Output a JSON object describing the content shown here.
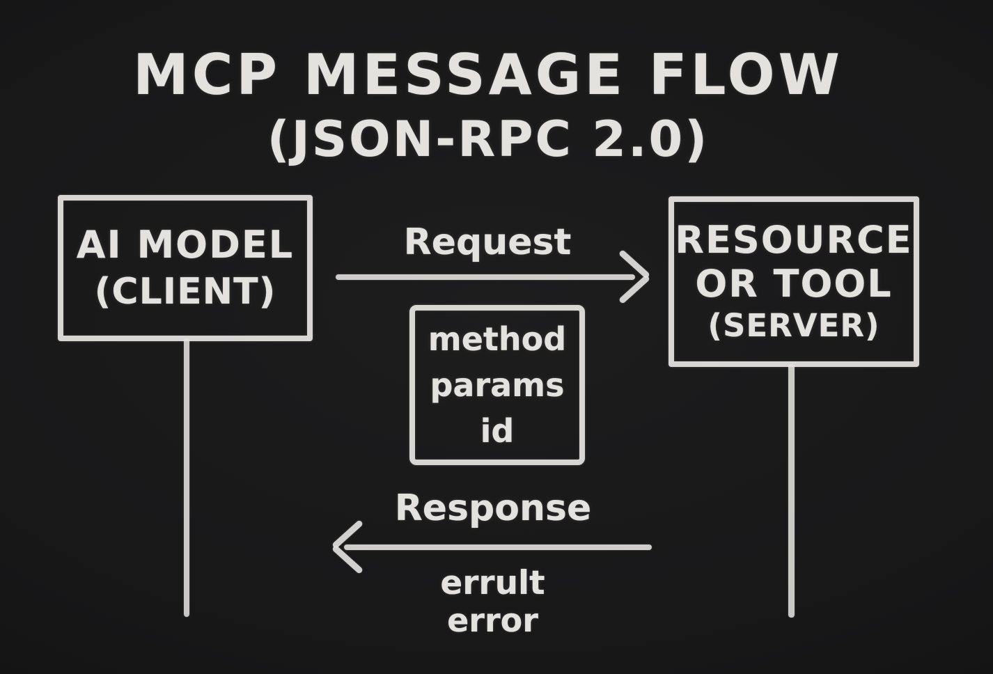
{
  "board": {
    "title": "MCP MESSAGE FLOW",
    "subtitle": "(JSON-RPC 2.0)"
  },
  "client_node": {
    "line1": "AI MODEL",
    "line2": "(CLIENT)"
  },
  "server_node": {
    "line1": "RESOURCE",
    "line2": "OR TOOL",
    "line3": "(SERVER)"
  },
  "message_box": {
    "fields": [
      "method",
      "params",
      "id"
    ]
  },
  "request_flow": {
    "label": "Request"
  },
  "response_flow": {
    "label": "Response",
    "fields": [
      "errult",
      "error"
    ]
  },
  "colors": {
    "chalk": "#e3e2df",
    "board_mid": "#1d1d1e",
    "board_dark": "#0e0e0e"
  }
}
